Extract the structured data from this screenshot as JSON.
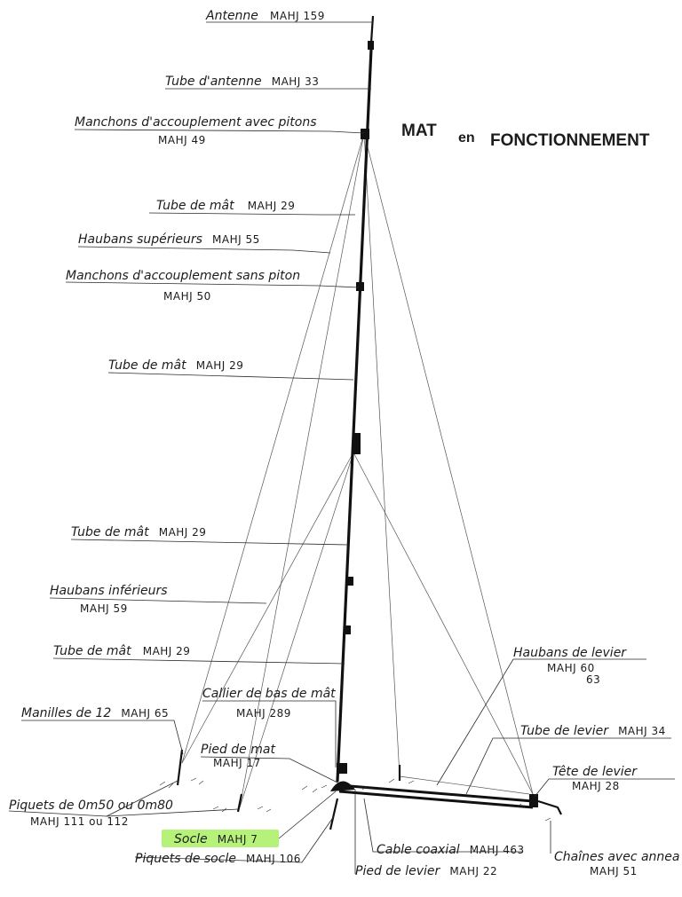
{
  "title": {
    "word1": "MAT",
    "word2": "en",
    "word3": "FONCTIONNEMENT"
  },
  "labels": {
    "antenne": {
      "name": "Antenne",
      "code": "MAHJ 159"
    },
    "tube_antenne": {
      "name": "Tube d'antenne",
      "code": "MAHJ 33"
    },
    "manchons_pitons": {
      "name": "Manchons d'accouplement avec pitons",
      "code": "MAHJ 49"
    },
    "tube_mat_1": {
      "name": "Tube de mât",
      "code": "MAHJ 29"
    },
    "haubans_sup": {
      "name": "Haubans supérieurs",
      "code": "MAHJ 55"
    },
    "manchons_sans": {
      "name": "Manchons d'accouplement sans piton",
      "code": "MAHJ 50"
    },
    "tube_mat_2": {
      "name": "Tube de mât",
      "code": "MAHJ 29"
    },
    "tube_mat_3": {
      "name": "Tube de mât",
      "code": "MAHJ 29"
    },
    "haubans_inf": {
      "name": "Haubans inférieurs",
      "code": "MAHJ 59"
    },
    "tube_mat_4": {
      "name": "Tube de mât",
      "code": "MAHJ 29"
    },
    "haubans_levier": {
      "name": "Haubans de levier",
      "code": "MAHJ 60",
      "code2": "63"
    },
    "manilles": {
      "name": "Manilles de 12",
      "code": "MAHJ 65"
    },
    "collier": {
      "name": "Callier de bas de mât",
      "code": "MAHJ 289"
    },
    "tube_levier": {
      "name": "Tube de levier",
      "code": "MAHJ 34"
    },
    "pied_mat": {
      "name": "Pied de mat",
      "code": "MAHJ 17"
    },
    "tete_levier": {
      "name": "Tête de levier",
      "code": "MAHJ 28"
    },
    "piquets_080": {
      "name": "Piquets de 0m50 ou 0m80",
      "code": "MAHJ 111 ou 112"
    },
    "socle": {
      "name": "Socle",
      "code": "MAHJ 7"
    },
    "cable": {
      "name": "Cable coaxial",
      "code": "MAHJ 463"
    },
    "piquets_socle": {
      "name": "Piquets de socle",
      "code": "MAHJ 106"
    },
    "pied_levier": {
      "name": "Pied de levier",
      "code": "MAHJ 22"
    },
    "chaines": {
      "name": "Chaînes avec annea",
      "code": "MAHJ 51"
    }
  },
  "colors": {
    "socle_highlight": "#b6f27a",
    "ink": "#1c1c1c"
  }
}
